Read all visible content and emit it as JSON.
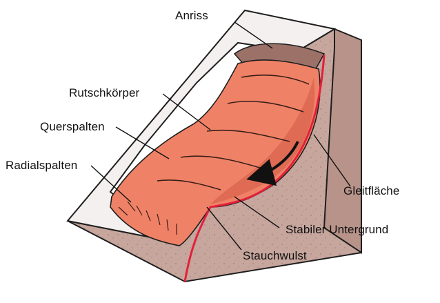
{
  "labels": [
    {
      "key": "anriss",
      "text": "Anriss"
    },
    {
      "key": "rutschkoerper",
      "text": "Rutschkörper"
    },
    {
      "key": "querspalten",
      "text": "Querspalten"
    },
    {
      "key": "radialspalten",
      "text": "Radialspalten"
    },
    {
      "key": "gleitflaeche",
      "text": "Gleitfläche"
    },
    {
      "key": "stabiler_untergrund",
      "text": "Stabiler Untergrund"
    },
    {
      "key": "stauchwulst",
      "text": "Stauchwulst"
    }
  ],
  "colors": {
    "slide_body": "#ef8266",
    "slide_shadow": "#d35a45",
    "slip_surface": "#e2203a",
    "ground": "#c6a69d",
    "ground_top": "#f4f0ef",
    "scarp": "#9b7168",
    "outline": "#1e1e1e"
  }
}
